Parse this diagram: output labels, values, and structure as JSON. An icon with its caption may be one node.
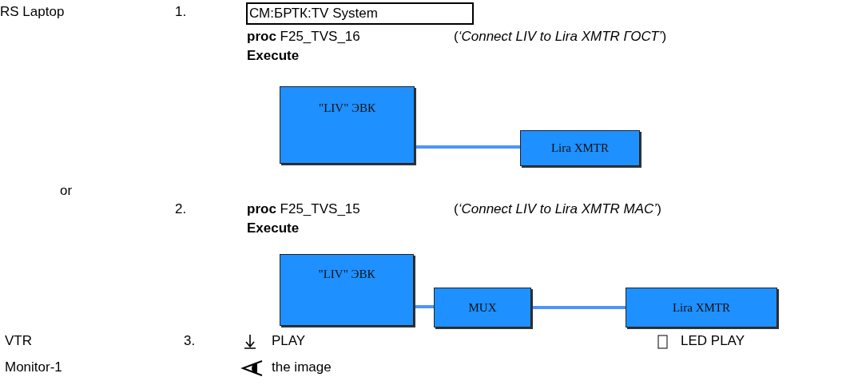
{
  "diagram": {
    "nodes": [
      {
        "text": [
          "СМ:БРТК:TV System"
        ]
      },
      {
        "text": [
          "\"LIV\" ЭВК"
        ]
      },
      {
        "text": [
          "Lira XMTR"
        ]
      },
      {
        "text": [
          "\"LIV\" ЭВК"
        ]
      },
      {
        "text": [
          "MUX"
        ]
      },
      {
        "text": [
          "Lira XMTR"
        ]
      }
    ],
    "edges": [
      {
        "from": 1,
        "to": 2,
        "arrow": "none"
      },
      {
        "from": 3,
        "to": 4,
        "arrow": "none"
      },
      {
        "from": 4,
        "to": 5,
        "arrow": "none"
      }
    ],
    "labels": [
      "RS Laptop",
      "1.",
      "**proc** F25_TVS_16",
      "(*‘Connect LIV to Lira XMTR ГОСТ’*)",
      "Execute",
      "or",
      "2.",
      "**proc** F25_TVS_15",
      "(*‘Connect LIV to Lira XMTR MAC’*)",
      "Execute",
      "VTR",
      "3.",
      "PLAY",
      "LED PLAY",
      "Monitor-1",
      "the image"
    ]
  }
}
